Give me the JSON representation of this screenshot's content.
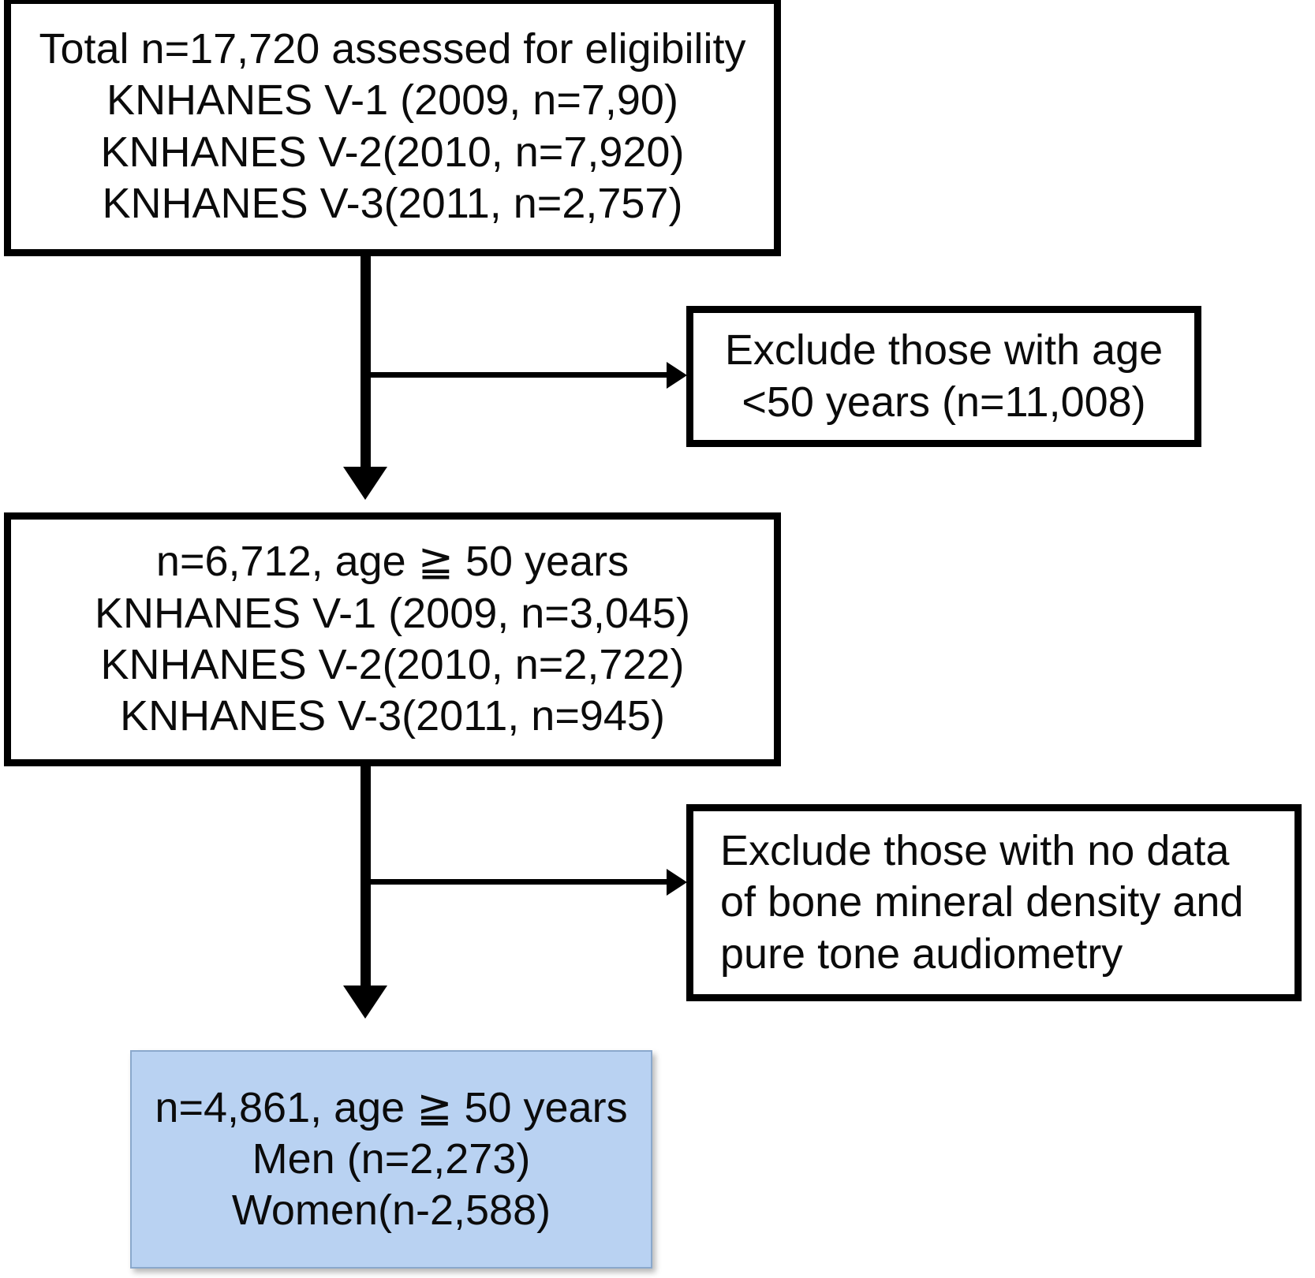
{
  "diagram": {
    "title": "KNHANES study participant flow diagram",
    "accent_color": "#b9d2f2",
    "line_color": "#000000",
    "text_color": "#0b0b0b"
  },
  "nodes": {
    "assessed": {
      "name": "total-assessed-box",
      "lines": [
        "Total n=17,720 assessed for eligibility",
        "KNHANES V-1 (2009, n=7,90)",
        "KNHANES V-2(2010, n=7,920)",
        "KNHANES V-3(2011, n=2,757)"
      ]
    },
    "exclude_age": {
      "name": "exclude-age-box",
      "lines": [
        "Exclude those with age",
        "<50 years (n=11,008)"
      ]
    },
    "eligible_age": {
      "name": "eligible-age-box",
      "lines": [
        "n=6,712, age ≧ 50 years",
        "KNHANES V-1 (2009, n=3,045)",
        "KNHANES V-2(2010, n=2,722)",
        "KNHANES V-3(2011, n=945)"
      ]
    },
    "exclude_nodata": {
      "name": "exclude-no-data-box",
      "lines": [
        "Exclude those with no data",
        "of bone mineral density and",
        "pure tone audiometry"
      ]
    },
    "final": {
      "name": "final-cohort-box",
      "lines": [
        "n=4,861, age ≧ 50 years",
        "Men (n=2,273)",
        "Women(n-2,588)"
      ]
    }
  },
  "connectors": {
    "stem_one": "vertical-connector-top",
    "branch_one": "branch-arrow-exclude-age",
    "stem_two": "vertical-connector-middle",
    "branch_two": "branch-arrow-exclude-no-data"
  }
}
